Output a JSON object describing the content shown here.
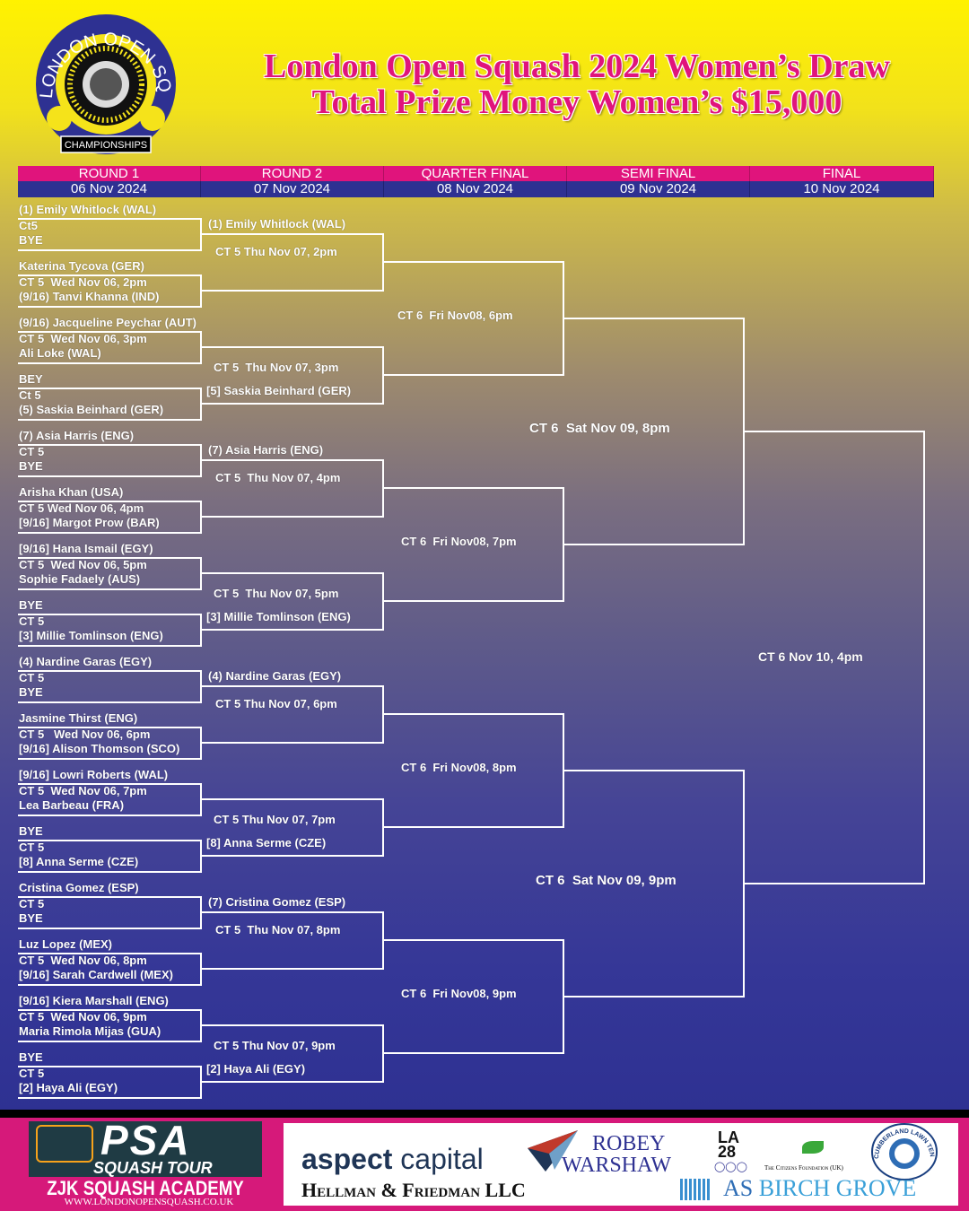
{
  "logo": {
    "ring_text": "LONDON OPEN SQUASH",
    "banner": "CHAMPIONSHIPS"
  },
  "title": {
    "line1": "London Open Squash 2024 Women’s Draw",
    "line2": "Total Prize Money Women’s $15,000"
  },
  "rounds": [
    {
      "name": "ROUND 1",
      "date": "06 Nov 2024"
    },
    {
      "name": "ROUND 2",
      "date": "07 Nov 2024"
    },
    {
      "name": "QUARTER FINAL",
      "date": "08 Nov 2024"
    },
    {
      "name": "SEMI FINAL",
      "date": "09 Nov 2024"
    },
    {
      "name": "FINAL",
      "date": "10 Nov 2024"
    }
  ],
  "round1": [
    {
      "top": "(1) Emily Whitlock (WAL)",
      "court": "Ct5",
      "bottom": "BYE"
    },
    {
      "top": "Katerina Tycova (GER)",
      "court": "CT 5  Wed Nov 06, 2pm",
      "bottom": "(9/16) Tanvi Khanna (IND)"
    },
    {
      "top": "(9/16) Jacqueline Peychar (AUT)",
      "court": "CT 5  Wed Nov 06, 3pm",
      "bottom": "Ali Loke (WAL)"
    },
    {
      "top": "BEY",
      "court": "Ct 5",
      "bottom": "(5) Saskia Beinhard (GER)"
    },
    {
      "top": "(7) Asia Harris (ENG)",
      "court": "CT 5",
      "bottom": "BYE"
    },
    {
      "top": "Arisha Khan (USA)",
      "court": "CT 5 Wed Nov 06, 4pm",
      "bottom": "[9/16] Margot Prow (BAR)"
    },
    {
      "top": "[9/16] Hana Ismail (EGY)",
      "court": "CT 5  Wed Nov 06, 5pm",
      "bottom": "Sophie Fadaely (AUS)"
    },
    {
      "top": "BYE",
      "court": "CT 5",
      "bottom": "[3] Millie Tomlinson (ENG)"
    },
    {
      "top": "(4) Nardine Garas (EGY)",
      "court": "CT 5",
      "bottom": "BYE"
    },
    {
      "top": "Jasmine Thirst (ENG)",
      "court": "CT 5   Wed Nov 06, 6pm",
      "bottom": "[9/16] Alison Thomson (SCO)"
    },
    {
      "top": "[9/16] Lowri Roberts (WAL)",
      "court": "CT 5  Wed Nov 06, 7pm",
      "bottom": "Lea Barbeau (FRA)"
    },
    {
      "top": "BYE",
      "court": "CT 5",
      "bottom": "[8] Anna Serme (CZE)"
    },
    {
      "top": "Cristina Gomez (ESP)",
      "court": "CT 5",
      "bottom": "BYE"
    },
    {
      "top": "Luz Lopez (MEX)",
      "court": "CT 5  Wed Nov 06, 8pm",
      "bottom": "[9/16] Sarah Cardwell (MEX)"
    },
    {
      "top": "[9/16] Kiera Marshall (ENG)",
      "court": "CT 5  Wed Nov 06, 9pm",
      "bottom": "Maria Rimola Mijas (GUA)"
    },
    {
      "top": "BYE",
      "court": "CT 5",
      "bottom": "[2] Haya Ali (EGY)"
    }
  ],
  "round2": [
    {
      "winner": "(1) Emily Whitlock (WAL)",
      "time": "CT 5 Thu Nov 07, 2pm"
    },
    {
      "winner": "[5] Saskia Beinhard (GER)",
      "time": "CT 5  Thu Nov 07, 3pm"
    },
    {
      "winner": "(7) Asia Harris (ENG)",
      "time": "CT 5  Thu Nov 07, 4pm"
    },
    {
      "winner": "[3] Millie Tomlinson (ENG)",
      "time": "CT 5  Thu Nov 07, 5pm"
    },
    {
      "winner": "(4) Nardine Garas (EGY)",
      "time": "CT 5 Thu Nov 07, 6pm"
    },
    {
      "winner": "[8] Anna Serme (CZE)",
      "time": "CT 5 Thu Nov 07, 7pm"
    },
    {
      "winner": "(7) Cristina Gomez (ESP)",
      "time": "CT 5  Thu Nov 07, 8pm"
    },
    {
      "winner": "[2] Haya Ali (EGY)",
      "time": "CT 5 Thu Nov 07, 9pm"
    }
  ],
  "quarter_finals": [
    {
      "time": "CT 6  Fri Nov08, 6pm"
    },
    {
      "time": "CT 6  Fri Nov08, 7pm"
    },
    {
      "time": "CT 6  Fri Nov08, 8pm"
    },
    {
      "time": "CT 6  Fri Nov08, 9pm"
    }
  ],
  "semi_finals": [
    {
      "time": "CT 6  Sat Nov 09, 8pm"
    },
    {
      "time": "CT 6  Sat Nov 09, 9pm"
    }
  ],
  "final": {
    "time": "CT 6 Nov 10, 4pm"
  },
  "footer": {
    "psa_line1": "PSA",
    "psa_line2": "SQUASH TOUR",
    "academy": "ZJK SQUASH ACADEMY",
    "website": "WWW.LONDONOPENSQUASH.CO.UK",
    "sponsors": {
      "aspect1": "aspect",
      "aspect2": "capital",
      "hellman": "Hellman & Friedman LLC",
      "robey1": "ROBEY",
      "robey2": "WARSHAW",
      "la28_1": "LA",
      "la28_2": "28",
      "citizens": "The Citizens Foundation (UK)",
      "birch1": "AS",
      "birch2": "BIRCH GROVE",
      "club": "CUMBERLAND LAWN TENNIS CLUB"
    }
  },
  "colors": {
    "pink": "#e0147c",
    "navy": "#2e3192",
    "footer_pink": "#d6197a"
  }
}
